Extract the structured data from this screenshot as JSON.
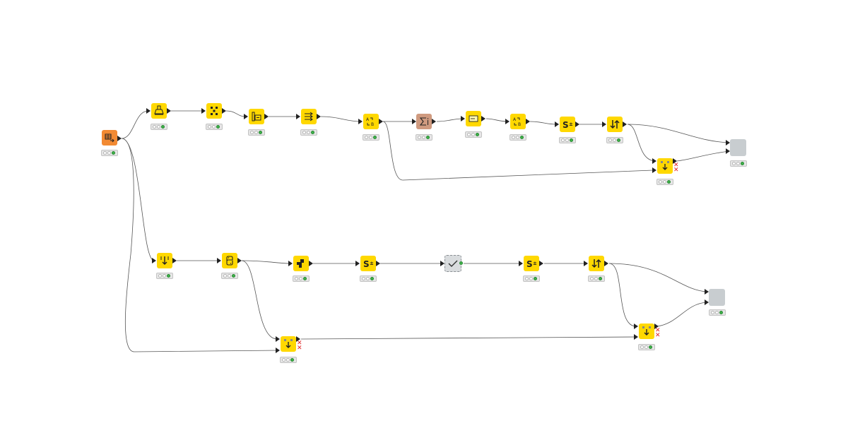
{
  "workflow": {
    "nodes": [
      {
        "id": "n1",
        "name": "table-reader-node",
        "icon": "table-reader-icon",
        "color": "orange"
      },
      {
        "id": "n2",
        "name": "missing-value-node",
        "icon": "broom-icon",
        "color": "yellow"
      },
      {
        "id": "n3",
        "name": "column-filter-node",
        "icon": "column-filter-icon",
        "color": "yellow"
      },
      {
        "id": "n4",
        "name": "rule-engine-node",
        "icon": "rule-engine-icon",
        "color": "yellow"
      },
      {
        "id": "n5",
        "name": "column-resorter-node",
        "icon": "arrows-right-icon",
        "color": "yellow"
      },
      {
        "id": "n6",
        "name": "string-to-number-node-1",
        "icon": "a-to-b-icon",
        "color": "yellow"
      },
      {
        "id": "n7",
        "name": "math-formula-node",
        "icon": "sigma-icon",
        "color": "brown"
      },
      {
        "id": "n8",
        "name": "column-rename-node",
        "icon": "rename-icon",
        "color": "yellow"
      },
      {
        "id": "n9",
        "name": "string-to-number-node-2",
        "icon": "a-to-b-icon",
        "color": "yellow"
      },
      {
        "id": "n10",
        "name": "string-manipulation-node-1",
        "icon": "s-plus-minus-icon",
        "color": "yellow"
      },
      {
        "id": "n11",
        "name": "sorter-node-1",
        "icon": "sort-icon",
        "color": "yellow"
      },
      {
        "id": "n12",
        "name": "joiner-node-1",
        "icon": "joiner-icon",
        "color": "yellow"
      },
      {
        "id": "n13",
        "name": "component-node-1",
        "icon": "component-icon",
        "color": "gray"
      },
      {
        "id": "n14",
        "name": "row-filter-node",
        "icon": "row-filter-icon",
        "color": "yellow"
      },
      {
        "id": "n15",
        "name": "python-script-node",
        "icon": "python-icon",
        "color": "yellow"
      },
      {
        "id": "n16",
        "name": "cell-splitter-node",
        "icon": "splitter-icon",
        "color": "yellow"
      },
      {
        "id": "n17",
        "name": "string-manipulation-node-2",
        "icon": "s-plus-minus-icon",
        "color": "yellow"
      },
      {
        "id": "n18",
        "name": "selected-inactive-node",
        "icon": "checkmark-icon",
        "color": "gray-dashed"
      },
      {
        "id": "n19",
        "name": "string-manipulation-node-3",
        "icon": "s-plus-minus-icon",
        "color": "yellow"
      },
      {
        "id": "n20",
        "name": "sorter-node-2",
        "icon": "sort-icon",
        "color": "yellow"
      },
      {
        "id": "n21",
        "name": "component-node-2",
        "icon": "component-icon",
        "color": "gray"
      },
      {
        "id": "n22",
        "name": "joiner-node-2",
        "icon": "joiner-icon",
        "color": "yellow"
      },
      {
        "id": "n23",
        "name": "joiner-node-3",
        "icon": "joiner-icon",
        "color": "yellow"
      }
    ],
    "node_status": "executed",
    "colors": {
      "yellow": "#ffd800",
      "orange": "#f28a33",
      "brown": "#cf9a7f",
      "gray": "#c8cdd0",
      "connection": "#555555",
      "status_green": "#3fb34a"
    }
  }
}
